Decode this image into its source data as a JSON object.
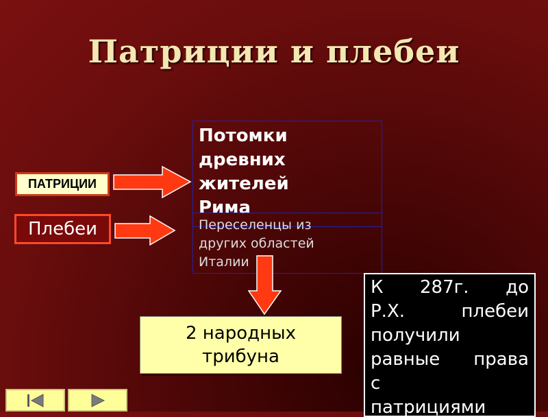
{
  "title": "Патриции и плебеи",
  "patricii": {
    "label": "ПАТРИЦИИ",
    "description": [
      "Потомки",
      "древних",
      "жителей",
      "Рима"
    ]
  },
  "plebei": {
    "label": "Плебеи",
    "description": [
      "Переселенцы из",
      "других областей",
      "Италии"
    ]
  },
  "tribune": {
    "lines": [
      "2 народных",
      "трибуна"
    ]
  },
  "note": {
    "lines": [
      "К 287г. до",
      "Р.Х. плебеи",
      "получили",
      "равные права",
      "с",
      "патрициями"
    ]
  },
  "navigation": {
    "prev_icon": "previous-slide-icon",
    "next_icon": "next-slide-icon"
  },
  "colors": {
    "background": "#6a0d0d",
    "title": "#f3e7b2",
    "arrow": "#ff3a12",
    "box_light": "#ffffcc",
    "tribune_box": "#ffffaa",
    "note_box": "#000000"
  }
}
